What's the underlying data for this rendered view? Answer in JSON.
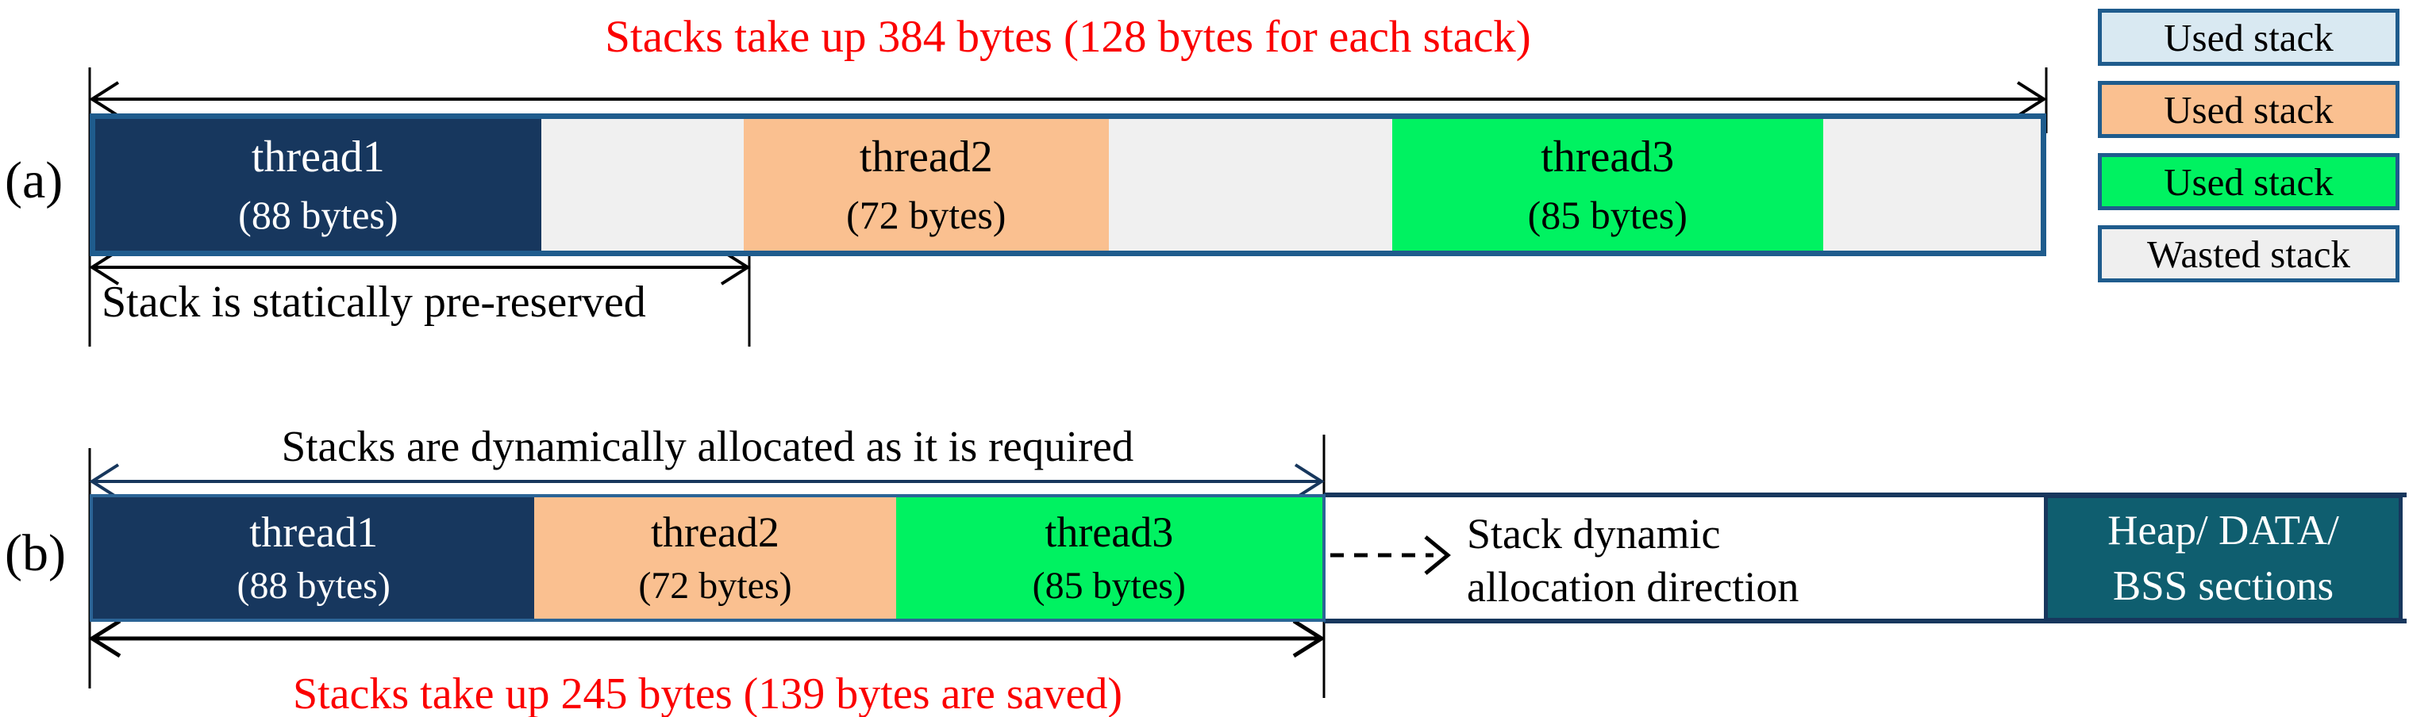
{
  "panel_a": {
    "label": "(a)",
    "title": "Stacks take up 384 bytes (128 bytes for each stack)",
    "annotation": "Stack is statically pre-reserved",
    "total_bytes": 384,
    "bytes_per_stack": 128
  },
  "threads": [
    {
      "name": "thread1",
      "size_label": "(88 bytes)",
      "bytes": 88,
      "color": "#17375e"
    },
    {
      "name": "thread2",
      "size_label": "(72 bytes)",
      "bytes": 72,
      "color": "#fac090"
    },
    {
      "name": "thread3",
      "size_label": "(85 bytes)",
      "bytes": 85,
      "color": "#00f261"
    }
  ],
  "legend": {
    "items": [
      {
        "label": "Used stack",
        "color": "#d9e9f2"
      },
      {
        "label": "Used stack",
        "color": "#fac090"
      },
      {
        "label": "Used stack",
        "color": "#00f261"
      },
      {
        "label": "Wasted stack",
        "color": "#efefef"
      }
    ]
  },
  "panel_b": {
    "label": "(b)",
    "heading": "Stacks are dynamically allocated as it is required",
    "direction_line1": "Stack dynamic",
    "direction_line2": "allocation direction",
    "heap_line1": "Heap/ DATA/",
    "heap_line2": "BSS sections",
    "summary": "Stacks take up 245 bytes (139 bytes are saved)",
    "total_bytes": 245,
    "saved_bytes": 139
  },
  "colors": {
    "red_text": "#fb0000",
    "navy_block": "#17375e",
    "orange_block": "#fac090",
    "green_block": "#00f261",
    "wasted_gray": "#f0f0f0",
    "legend_blue": "#d9e9f2",
    "bar_border_blue": "#1f5c8d",
    "heap_teal": "#0f5e6f",
    "dark_navy_line": "#17375d"
  }
}
